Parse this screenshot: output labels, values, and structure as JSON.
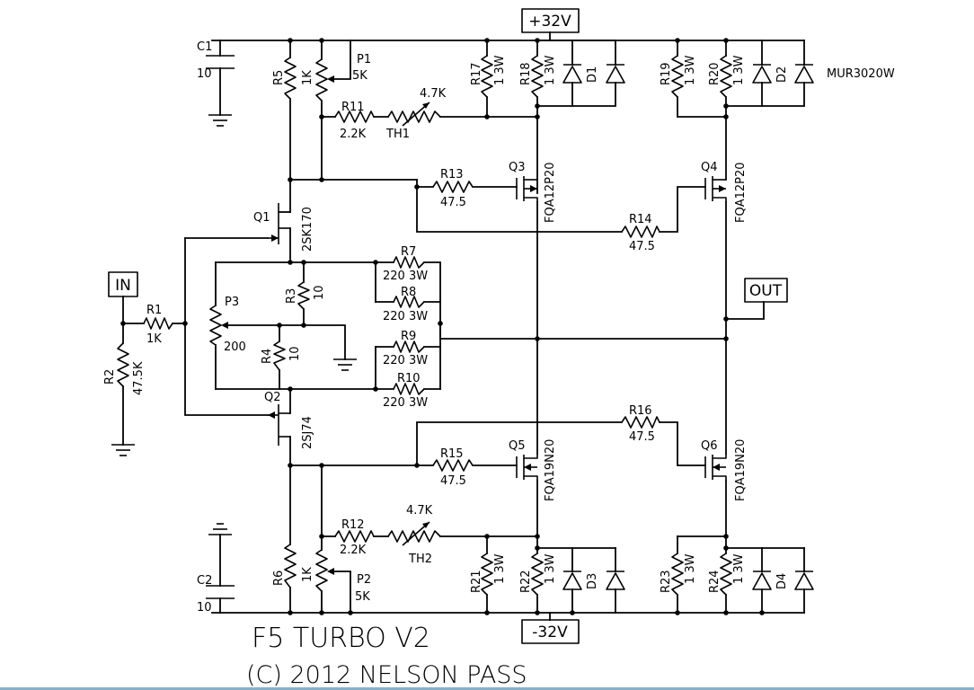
{
  "title": "F5 TURBO V2",
  "copyright": "(C) 2012 NELSON PASS",
  "ports": {
    "vpos": "+32V",
    "vneg": "-32V",
    "in": "IN",
    "out": "OUT",
    "diode_part": "MUR3020W"
  },
  "labels": {
    "C1": "C1",
    "C1v": "10",
    "C2": "C2",
    "C2v": "10",
    "R1": "R1",
    "R1v": "1K",
    "R2": "R2",
    "R2v": "47.5K",
    "R3": "R3",
    "R3v": "10",
    "R4": "R4",
    "R4v": "10",
    "R5": "R5",
    "R5v": "1K",
    "R6": "R6",
    "R6v": "1K",
    "R7": "R7",
    "R7v": "220 3W",
    "R8": "R8",
    "R8v": "220 3W",
    "R9": "R9",
    "R9v": "220 3W",
    "R10": "R10",
    "R10v": "220 3W",
    "R11": "R11",
    "R11v": "2.2K",
    "R12": "R12",
    "R12v": "2.2K",
    "R13": "R13",
    "R13v": "47.5",
    "R14": "R14",
    "R14v": "47.5",
    "R15": "R15",
    "R15v": "47.5",
    "R16": "R16",
    "R16v": "47.5",
    "R17": "R17",
    "R17v": "1 3W",
    "R18": "R18",
    "R18v": "1 3W",
    "R19": "R19",
    "R19v": "1 3W",
    "R20": "R20",
    "R20v": "1 3W",
    "R21": "R21",
    "R21v": "1 3W",
    "R22": "R22",
    "R22v": "1 3W",
    "R23": "R23",
    "R23v": "1 3W",
    "R24": "R24",
    "R24v": "1 3W",
    "P1": "P1",
    "P1v": "5K",
    "P2": "P2",
    "P2v": "5K",
    "P3": "P3",
    "P3v": "200",
    "TH1": "TH1",
    "TH1v": "4.7K",
    "TH2": "TH2",
    "TH2v": "4.7K",
    "Q1": "Q1",
    "Q1p": "2SK170",
    "Q2": "Q2",
    "Q2p": "2SJ74",
    "Q3": "Q3",
    "Q3p": "FQA12P20",
    "Q4": "Q4",
    "Q4p": "FQA12P20",
    "Q5": "Q5",
    "Q5p": "FQA19N20",
    "Q6": "Q6",
    "Q6p": "FQA19N20",
    "D1": "D1",
    "D2": "D2",
    "D3": "D3",
    "D4": "D4"
  }
}
